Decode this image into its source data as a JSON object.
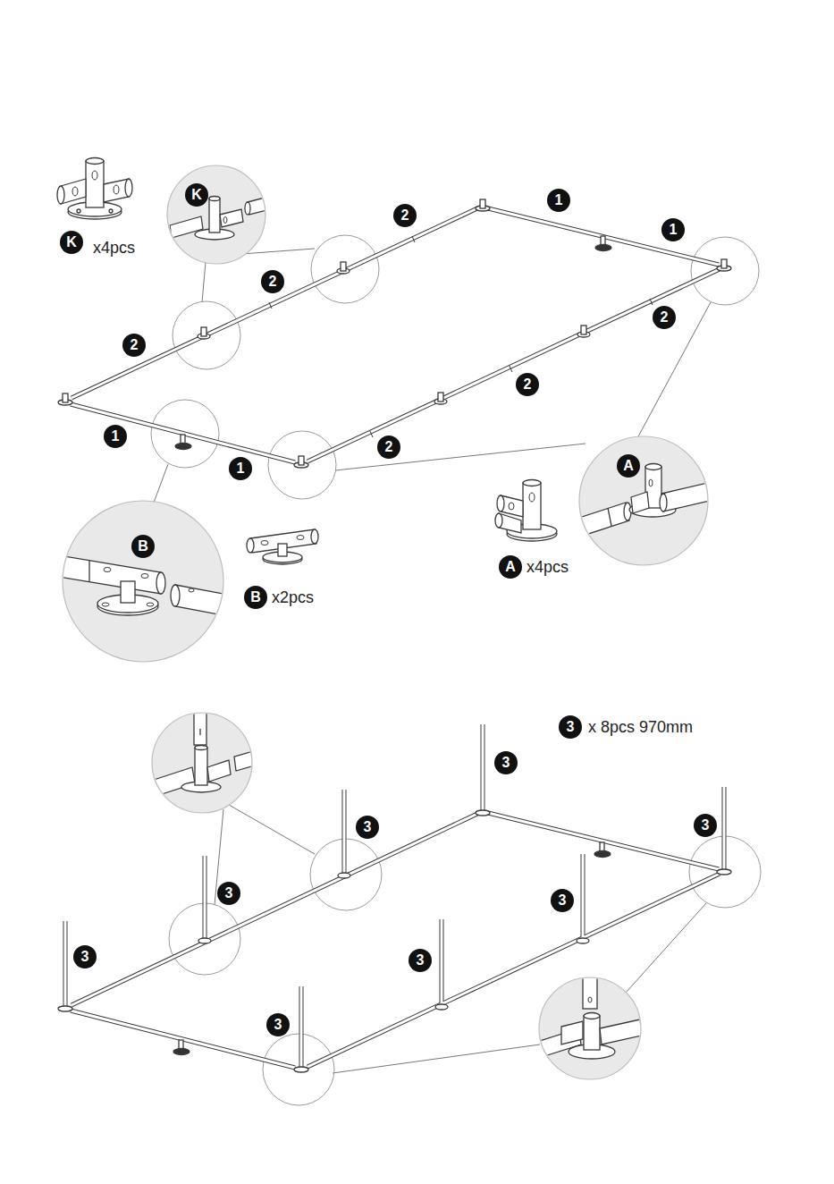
{
  "diagram": {
    "labels": [
      "K",
      "x4pcs",
      "K",
      "2",
      "1",
      "1",
      "2",
      "2",
      "2",
      "2",
      "2",
      "1",
      "1",
      "B",
      "B",
      "x2pcs",
      "A",
      "A",
      "x4pcs",
      "3",
      "x 8pcs 970mm",
      "3",
      "3",
      "3",
      "3",
      "3",
      "3",
      "3",
      "3"
    ]
  }
}
